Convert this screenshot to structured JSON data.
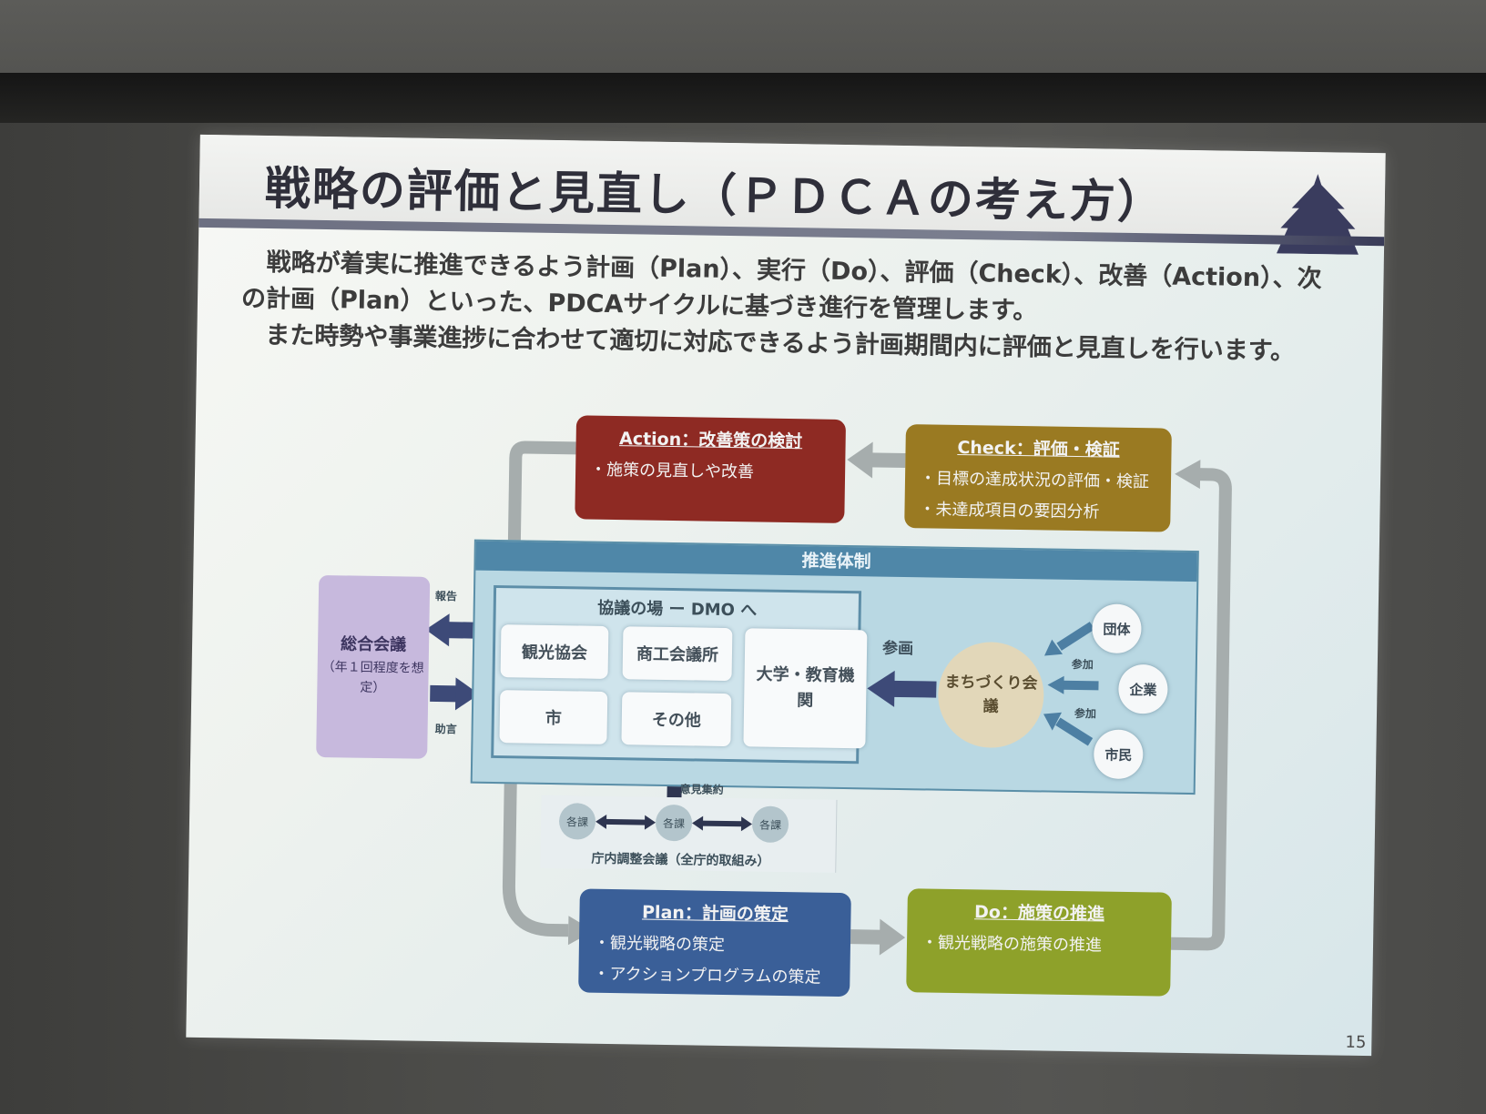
{
  "slide": {
    "title": "戦略の評価と見直し（ＰＤＣＡの考え方）",
    "paragraphs": [
      "戦略が着実に推進できるよう計画（Plan）、実行（Do）、評価（Check）、改善（Action）、次の計画（Plan）といった、PDCAサイクルに基づき進行を管理します。",
      "また時勢や事業進捗に合わせて適切に対応できるよう計画期間内に評価と見直しを行います。"
    ],
    "page_number": "15"
  },
  "cycle": {
    "action": {
      "head": "Action：改善策の検討",
      "items": [
        "・施策の見直しや改善"
      ]
    },
    "check": {
      "head": "Check：評価・検証",
      "items": [
        "・目標の達成状況の評価・検証",
        "・未達成項目の要因分析"
      ]
    },
    "plan": {
      "head": "Plan：計画の策定",
      "items": [
        "・観光戦略の策定",
        "・アクションプログラムの策定"
      ]
    },
    "do": {
      "head": "Do：施策の推進",
      "items": [
        "・観光戦略の施策の推進"
      ]
    }
  },
  "assembly": {
    "name": "総合会議",
    "note": "（年１回程度を想定）",
    "report_label": "報告",
    "advice_label": "助言"
  },
  "system": {
    "head": "推進体制",
    "council_head": "協議の場 ー DMO へ",
    "members": [
      "観光協会",
      "商工会議所",
      "大学・教育機関",
      "市",
      "その他"
    ],
    "participation_label": "参画",
    "town_meeting": "まちづくり会議",
    "participants": [
      "団体",
      "企業",
      "市民"
    ],
    "join_label": "参加"
  },
  "departments": {
    "unit": "各課",
    "caption": "庁内調整会議（全庁的取組み）",
    "collect_label": "意見集約"
  },
  "colors": {
    "action": "#8e2a23",
    "check": "#9a7a22",
    "plan": "#3a5f98",
    "do": "#8ea12a"
  }
}
